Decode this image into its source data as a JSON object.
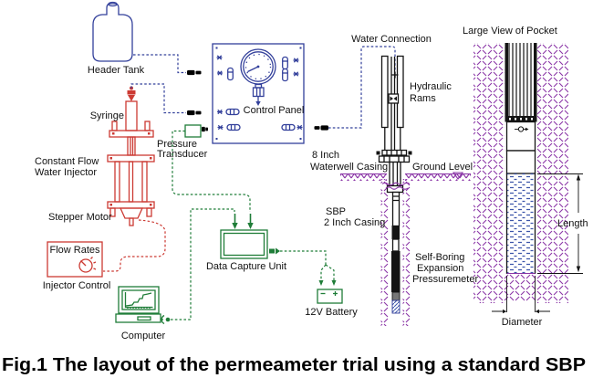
{
  "figure": {
    "caption": "Fig.1 The layout of the permeameter trial using a standard SBP"
  },
  "labels": {
    "header_tank": "Header Tank",
    "syringe": "Syringe",
    "constant_flow_line1": "Constant Flow",
    "constant_flow_line2": "Water Injector",
    "stepper_motor": "Stepper Motor",
    "flow_rates": "Flow Rates",
    "injector_control": "Injector Control",
    "computer": "Computer",
    "transducer_line1": "Pressure",
    "transducer_line2": "Transducer",
    "control_panel": "Control Panel",
    "data_capture_unit": "Data Capture Unit",
    "battery": "12V Battery",
    "water_connection": "Water Connection",
    "rams_line1": "Hydraulic",
    "rams_line2": "Rams",
    "casing8_line1": "8 Inch",
    "casing8_line2": "Waterwell Casing",
    "ground_level": "Ground Level",
    "sbp_line1": "SBP",
    "sbp_line2": "2 Inch Casing",
    "spm_line1": "Self-Boring",
    "spm_line2": "Expansion",
    "spm_line3": "Pressuremeter",
    "large_view": "Large View of Pocket",
    "length": "Length",
    "diameter": "Diameter"
  },
  "colors": {
    "pipe_blue": "#33409b",
    "equipment_red": "#cc3a33",
    "signal_green": "#1f7d38",
    "ground_purple": "#8a35a6",
    "pocket_blue": "#3c55aa",
    "ink": "#141414"
  }
}
